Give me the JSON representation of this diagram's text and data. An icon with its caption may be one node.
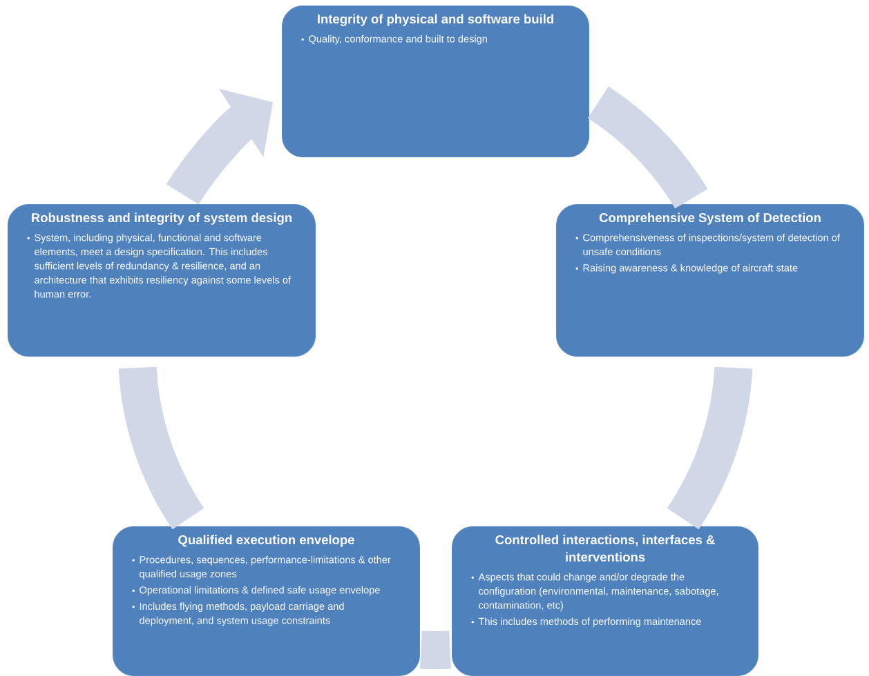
{
  "diagram": {
    "nodes": [
      {
        "text": [
          "Integrity of physical and software build",
          "Quality, conformance and built to design"
        ]
      },
      {
        "text": [
          "Robustness and integrity of system design",
          "System, including physical, functional and software elements, meet a design specification. This includes sufficient levels of redundancy & resilience, and an architecture that exhibits resiliency  against some levels of human error."
        ]
      },
      {
        "text": [
          "Comprehensive System of Detection",
          "Comprehensiveness of inspections/system of detection of unsafe conditions",
          "Raising awareness & knowledge of aircraft state"
        ]
      },
      {
        "text": [
          "Qualified execution envelope",
          "Procedures, sequences, performance-limitations & other qualified usage zones",
          "Operational limitations & defined safe usage envelope",
          "Includes flying methods, payload carriage and deployment, and system usage constraints"
        ]
      },
      {
        "text": [
          "Controlled interactions, interfaces & interventions",
          "Aspects that could change and/or degrade the configuration (environmental, maintenance, sabotage, contamination, etc)",
          "This includes methods of performing maintenance"
        ]
      }
    ],
    "edges": [
      {
        "from": 0,
        "to": 2,
        "arrow": "none"
      },
      {
        "from": 2,
        "to": 4,
        "arrow": "none"
      },
      {
        "from": 4,
        "to": 3,
        "arrow": "none"
      },
      {
        "from": 3,
        "to": 1,
        "arrow": "none"
      },
      {
        "from": 1,
        "to": 0,
        "arrow": "to"
      }
    ]
  }
}
